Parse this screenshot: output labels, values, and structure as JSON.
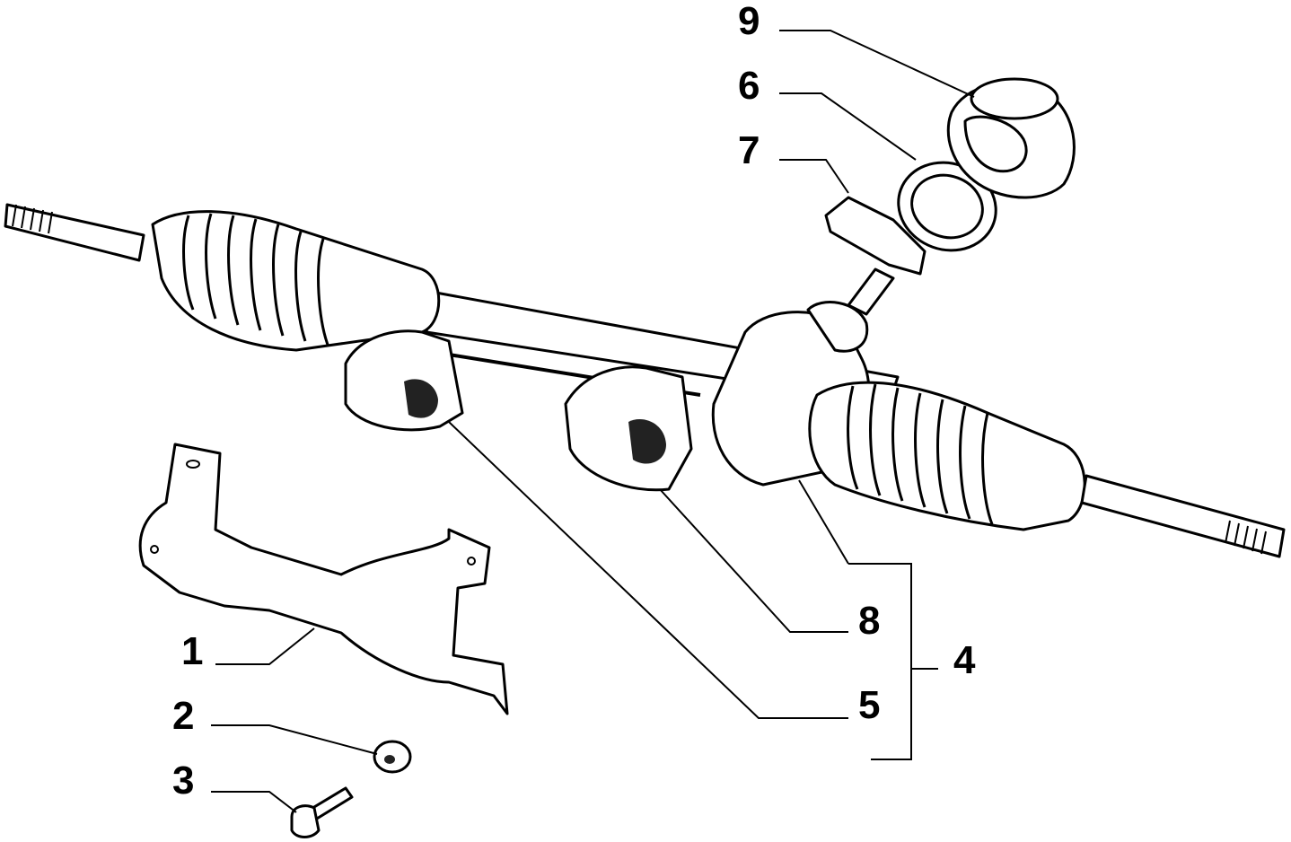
{
  "diagram": {
    "callouts": {
      "c1": "1",
      "c2": "2",
      "c3": "3",
      "c4": "4",
      "c5": "5",
      "c6": "6",
      "c7": "7",
      "c8": "8",
      "c9": "9"
    },
    "parts": [
      "bracket",
      "washer",
      "bolt",
      "steering-rack-assembly",
      "rubber-bush-left",
      "seal-ring",
      "clip",
      "rubber-bush-right",
      "dust-cover"
    ]
  }
}
